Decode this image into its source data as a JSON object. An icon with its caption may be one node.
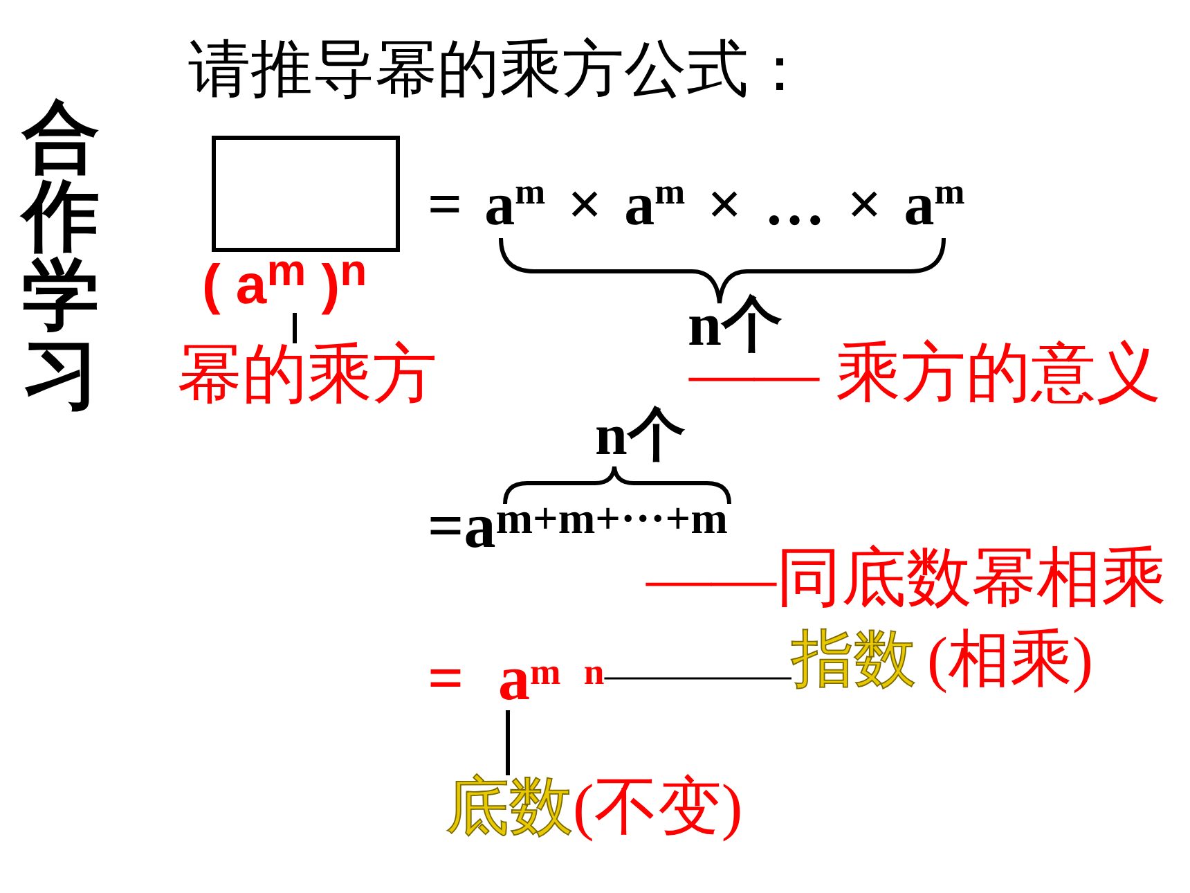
{
  "diagram": {
    "title": "请推导幂的乘方公式：",
    "nodes": [
      {
        "text": [],
        "shape": "box"
      },
      {
        "text": [
          "( a$^{m}$ )$^{n}$"
        ]
      },
      {
        "text": [
          "幂的乘方"
        ]
      },
      {
        "text": [
          "a$^{m n}$"
        ]
      },
      {
        "text": [
          "指数",
          "(相乘)"
        ]
      },
      {
        "text": [
          "底数",
          "(不变)"
        ]
      }
    ],
    "edges": [
      {
        "from": 2,
        "to": 1,
        "arrow": "none"
      },
      {
        "from": 4,
        "to": 3,
        "arrow": "none"
      },
      {
        "from": 5,
        "to": 3,
        "arrow": "none"
      }
    ],
    "labels": [
      "合作学习",
      "= a$^{m}$ × a$^{m}$ × … × a$^{m}$",
      "n个",
      "—— 乘方的意义",
      "n个",
      "=a$^{m+m+···+m}$",
      "——同底数幂相乘",
      "="
    ]
  }
}
